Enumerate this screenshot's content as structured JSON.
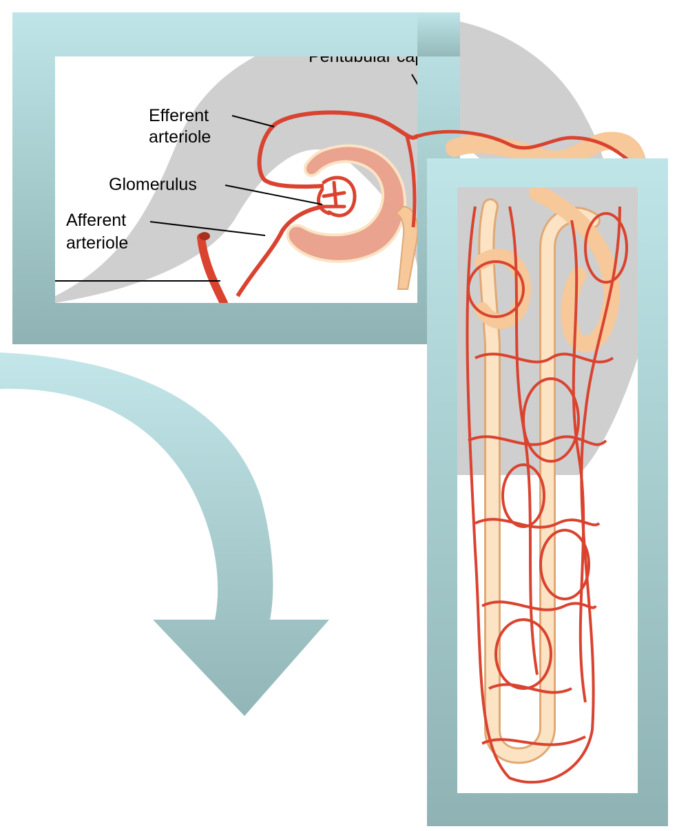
{
  "diagram": {
    "labels": {
      "peritubular": "Peritubular capillaries",
      "efferent_line1": "Efferent",
      "efferent_line2": "arteriole",
      "glomerulus": "Glomerulus",
      "afferent_line1": "Afferent",
      "afferent_line2": "arteriole"
    },
    "colors": {
      "frame": "#a9d8dc",
      "frame_dark": "#8ab5b6",
      "vessel": "#d9432f",
      "vessel_dark": "#a8301f",
      "tubule": "#f6c89a",
      "tubule_light": "#fbe3c4",
      "capsule": "#e9a38f",
      "shadow_region": "#cfcfd0"
    }
  }
}
